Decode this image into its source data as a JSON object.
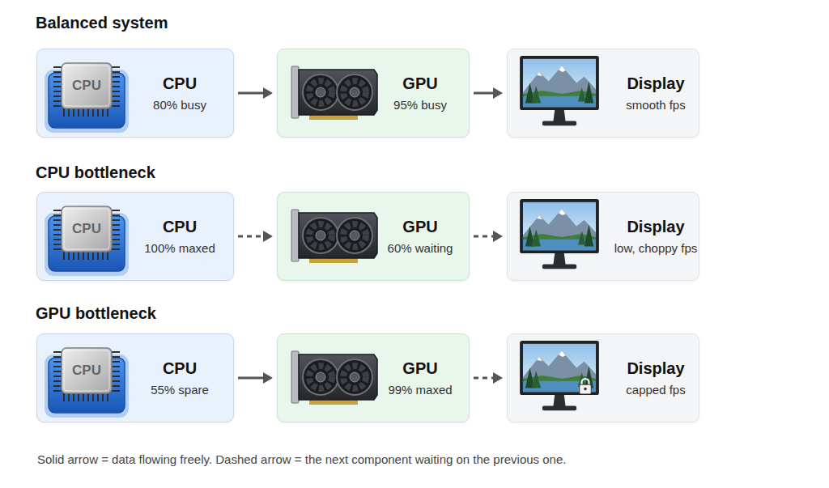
{
  "diagram": {
    "caption": "Solid arrow = data flowing freely. Dashed arrow = the next component waiting on the previous one.",
    "nodes": [
      {
        "text": [
          "CPU",
          "80% busy"
        ]
      },
      {
        "text": [
          "GPU",
          "95% busy"
        ]
      },
      {
        "text": [
          "Display",
          "smooth fps"
        ]
      },
      {
        "text": [
          "CPU",
          "100% maxed"
        ]
      },
      {
        "text": [
          "GPU",
          "60% waiting"
        ]
      },
      {
        "text": [
          "Display",
          "low, choppy fps"
        ]
      },
      {
        "text": [
          "CPU",
          "55% spare"
        ]
      },
      {
        "text": [
          "GPU",
          "99% maxed"
        ]
      },
      {
        "text": [
          "Display",
          "capped fps"
        ]
      }
    ],
    "edges": [
      {
        "from": 0,
        "to": 1,
        "arrow": "to"
      },
      {
        "from": 1,
        "to": 2,
        "arrow": "to"
      },
      {
        "from": 3,
        "to": 4,
        "arrow": "to"
      },
      {
        "from": 4,
        "to": 5,
        "arrow": "to"
      },
      {
        "from": 6,
        "to": 7,
        "arrow": "to"
      },
      {
        "from": 7,
        "to": 8,
        "arrow": "to"
      }
    ],
    "labels": [
      "Balanced system",
      "CPU",
      "CPU bottleneck",
      "CPU",
      "GPU bottleneck",
      "CPU"
    ]
  }
}
